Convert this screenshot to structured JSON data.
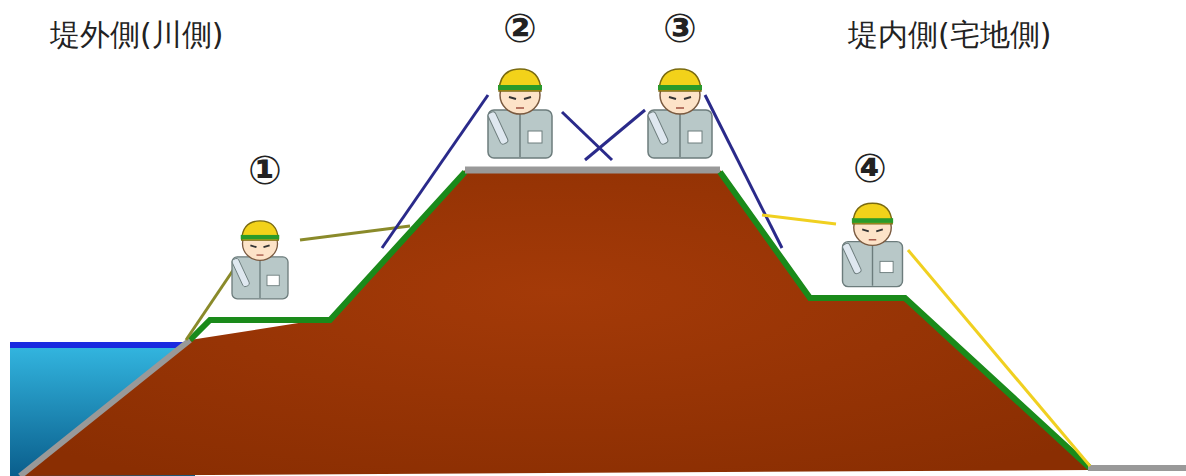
{
  "diagram": {
    "labels": [
      "堤外側(川側)",
      "②",
      "③",
      "堤内側(宅地側)",
      "①",
      "④"
    ]
  }
}
